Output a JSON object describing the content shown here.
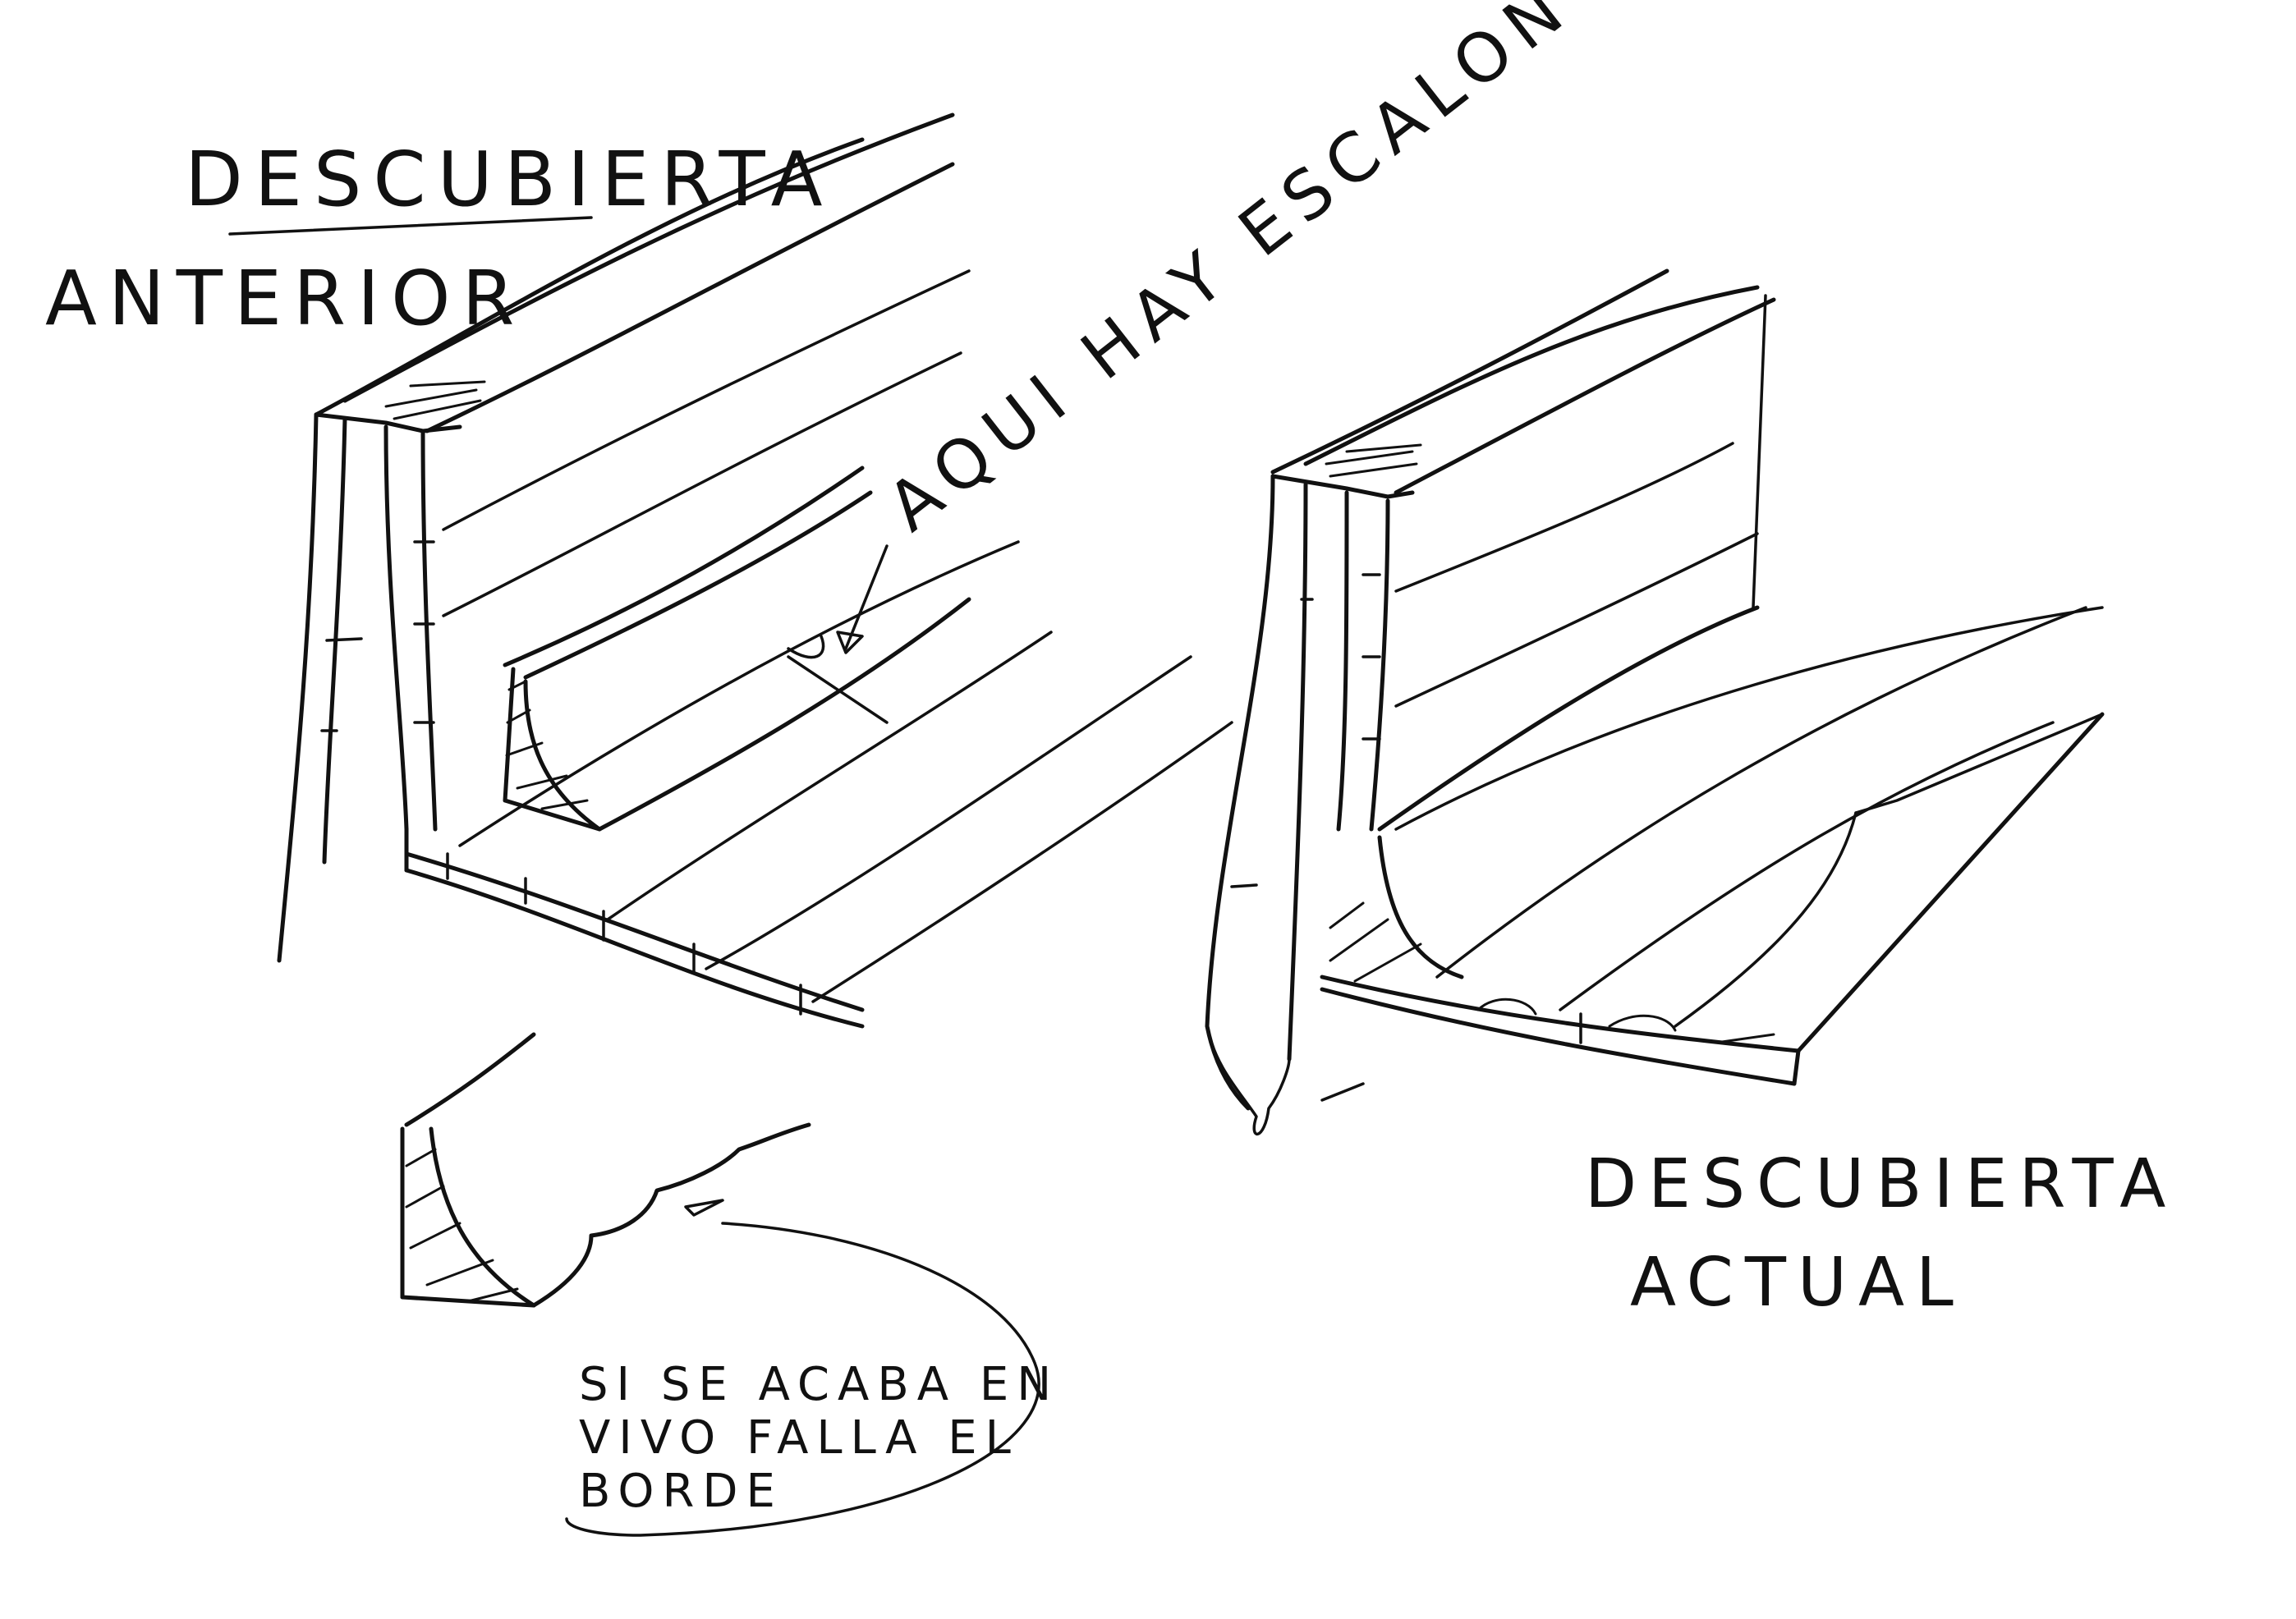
{
  "labels": {
    "previous_deck": {
      "line1": "DESCUBIERTA",
      "line2": "ANTERIOR"
    },
    "step_note": "AQUI HAY ESCALON",
    "edge_note": {
      "line1": "SI SE ACABA EN",
      "line2": "VIVO FALLA EL",
      "line3": "BORDE"
    },
    "current_deck": {
      "line1": "DESCUBIERTA",
      "line2": "ACTUAL"
    }
  },
  "colors": {
    "ink": "#111111",
    "paper": "#ffffff"
  }
}
